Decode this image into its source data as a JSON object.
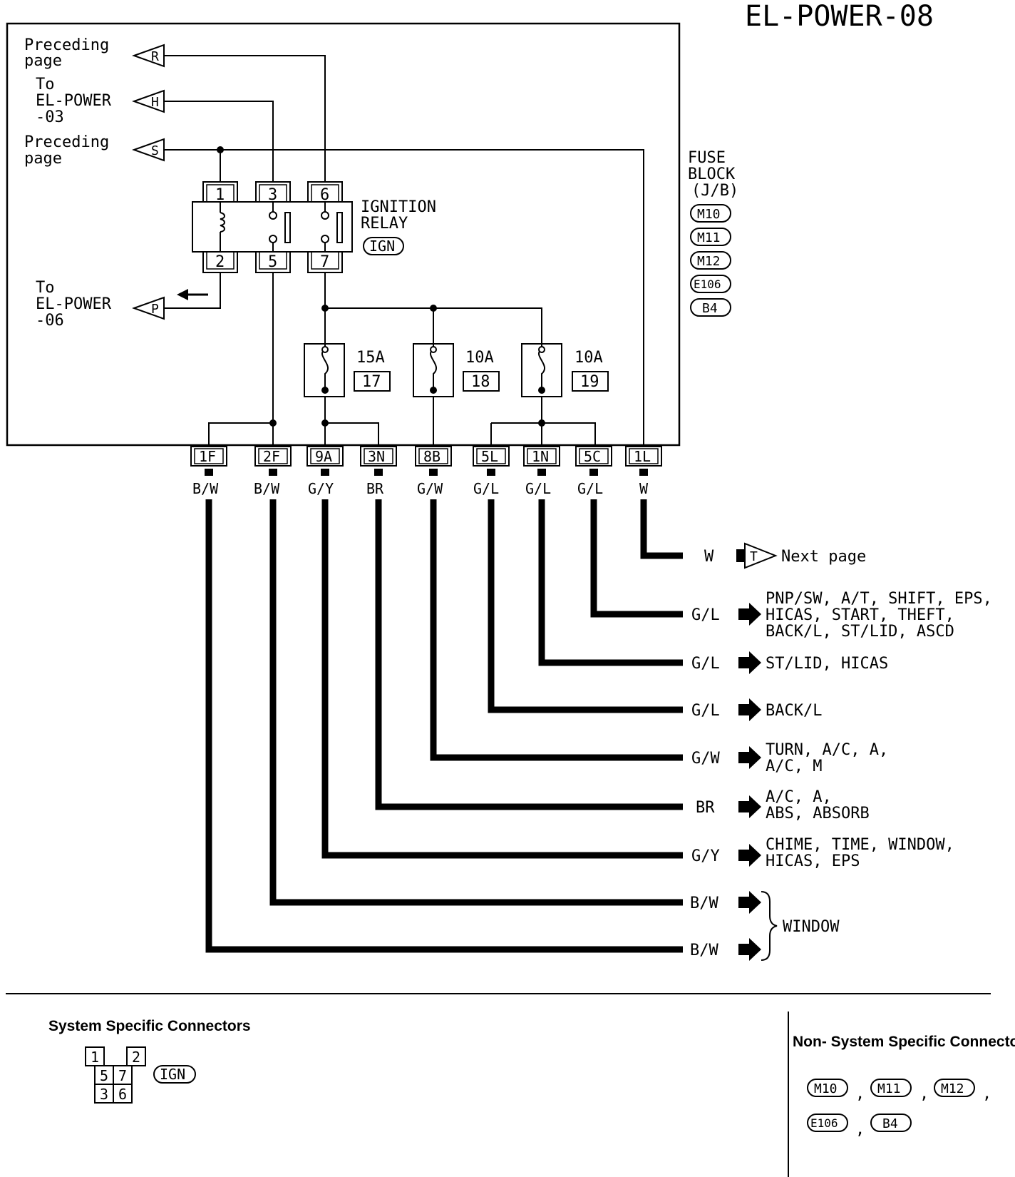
{
  "page_id": "EL-POWER-08",
  "connectors": {
    "preceding_R": {
      "lines": [
        "Preceding",
        "page"
      ],
      "letter": "R"
    },
    "to_H": {
      "lines": [
        "To",
        "EL-POWER",
        "-03"
      ],
      "letter": "H"
    },
    "preceding_S": {
      "lines": [
        "Preceding",
        "page"
      ],
      "letter": "S"
    },
    "to_P": {
      "lines": [
        "To",
        "EL-POWER",
        "-06"
      ],
      "letter": "P"
    }
  },
  "relay": {
    "label": [
      "IGNITION",
      "RELAY"
    ],
    "code": "IGN",
    "pins_top": [
      "1",
      "3",
      "6"
    ],
    "pins_bottom": [
      "2",
      "5",
      "7"
    ]
  },
  "fuse_block": {
    "label": [
      "FUSE",
      "BLOCK",
      "(J/B)"
    ],
    "connectors": [
      "M10",
      "M11",
      "M12",
      "E106",
      "B4"
    ]
  },
  "fuses": [
    {
      "amp": "15A",
      "num": "17"
    },
    {
      "amp": "10A",
      "num": "18"
    },
    {
      "amp": "10A",
      "num": "19"
    }
  ],
  "terminals": [
    {
      "id": "1F",
      "color": "B/W"
    },
    {
      "id": "2F",
      "color": "B/W"
    },
    {
      "id": "9A",
      "color": "G/Y"
    },
    {
      "id": "3N",
      "color": "BR"
    },
    {
      "id": "8B",
      "color": "G/W"
    },
    {
      "id": "5L",
      "color": "G/L"
    },
    {
      "id": "1N",
      "color": "G/L"
    },
    {
      "id": "5C",
      "color": "G/L"
    },
    {
      "id": "1L",
      "color": "W"
    }
  ],
  "outputs": [
    {
      "color": "W",
      "connector": "T",
      "lines": [
        "Next page"
      ]
    },
    {
      "color": "G/L",
      "lines": [
        "PNP/SW, A/T, SHIFT, EPS,",
        "HICAS, START, THEFT,",
        "BACK/L, ST/LID, ASCD"
      ]
    },
    {
      "color": "G/L",
      "lines": [
        "ST/LID, HICAS"
      ]
    },
    {
      "color": "G/L",
      "lines": [
        "BACK/L"
      ]
    },
    {
      "color": "G/W",
      "lines": [
        "TURN, A/C, A,",
        "A/C, M"
      ]
    },
    {
      "color": "BR",
      "lines": [
        "A/C, A,",
        "ABS, ABSORB"
      ]
    },
    {
      "color": "G/Y",
      "lines": [
        "CHIME, TIME, WINDOW,",
        "HICAS, EPS"
      ]
    },
    {
      "color": "B/W",
      "lines": []
    },
    {
      "color": "B/W",
      "lines": []
    }
  ],
  "window_label": "WINDOW",
  "system_specific": {
    "heading": "System Specific Connectors",
    "grid": [
      "1",
      "2",
      "5",
      "7",
      "3",
      "6"
    ],
    "code": "IGN"
  },
  "non_system_specific": {
    "heading": "Non- System Specific Connectors",
    "row1": [
      "M10",
      "M11",
      "M12"
    ],
    "row2": [
      "E106",
      "B4"
    ],
    "separator": ","
  }
}
